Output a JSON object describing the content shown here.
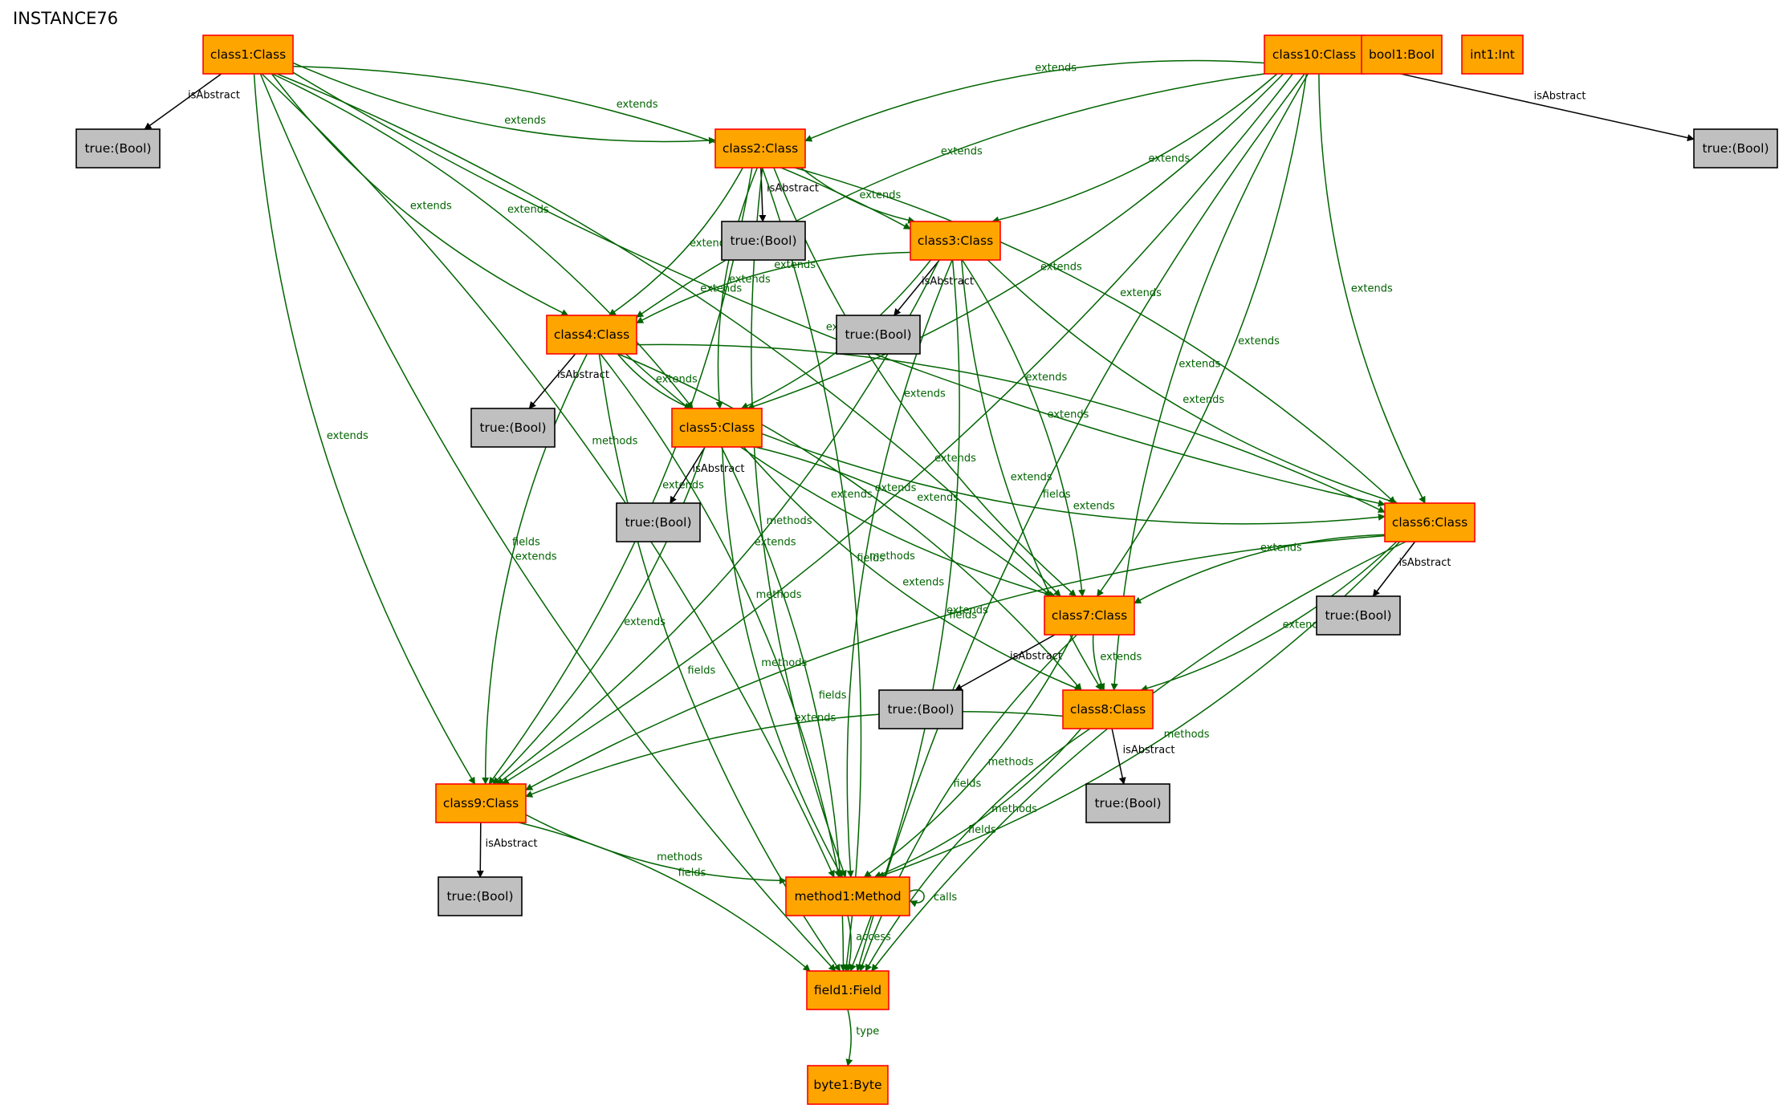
{
  "title": "INSTANCE76",
  "colors": {
    "entity_fill": "#ffa500",
    "entity_stroke": "#ff0000",
    "value_fill": "#c0c0c0",
    "value_stroke": "#000000",
    "ref_edge": "#006400",
    "attr_edge": "#000000"
  },
  "nodes": [
    {
      "id": "class1",
      "label": "class1:Class",
      "kind": "entity"
    },
    {
      "id": "class10",
      "label": "class10:Class",
      "kind": "entity"
    },
    {
      "id": "bool1",
      "label": "bool1:Bool",
      "kind": "entity"
    },
    {
      "id": "int1",
      "label": "int1:Int",
      "kind": "entity"
    },
    {
      "id": "t1",
      "label": "true:(Bool)",
      "kind": "value"
    },
    {
      "id": "t10",
      "label": "true:(Bool)",
      "kind": "value"
    },
    {
      "id": "class2",
      "label": "class2:Class",
      "kind": "entity"
    },
    {
      "id": "t2",
      "label": "true:(Bool)",
      "kind": "value"
    },
    {
      "id": "class3",
      "label": "class3:Class",
      "kind": "entity"
    },
    {
      "id": "t3",
      "label": "true:(Bool)",
      "kind": "value"
    },
    {
      "id": "class4",
      "label": "class4:Class",
      "kind": "entity"
    },
    {
      "id": "t4",
      "label": "true:(Bool)",
      "kind": "value"
    },
    {
      "id": "class5",
      "label": "class5:Class",
      "kind": "entity"
    },
    {
      "id": "t5",
      "label": "true:(Bool)",
      "kind": "value"
    },
    {
      "id": "class6",
      "label": "class6:Class",
      "kind": "entity"
    },
    {
      "id": "t6",
      "label": "true:(Bool)",
      "kind": "value"
    },
    {
      "id": "class7",
      "label": "class7:Class",
      "kind": "entity"
    },
    {
      "id": "t7",
      "label": "true:(Bool)",
      "kind": "value"
    },
    {
      "id": "class8",
      "label": "class8:Class",
      "kind": "entity"
    },
    {
      "id": "t8",
      "label": "true:(Bool)",
      "kind": "value"
    },
    {
      "id": "class9",
      "label": "class9:Class",
      "kind": "entity"
    },
    {
      "id": "t9",
      "label": "true:(Bool)",
      "kind": "value"
    },
    {
      "id": "method1",
      "label": "method1:Method",
      "kind": "entity"
    },
    {
      "id": "field1",
      "label": "field1:Field",
      "kind": "entity"
    },
    {
      "id": "byte1",
      "label": "byte1:Byte",
      "kind": "entity"
    }
  ],
  "edges": [
    {
      "from": "class1",
      "to": "t1",
      "label": "isAbstract",
      "kind": "attr"
    },
    {
      "from": "class1",
      "to": "class2",
      "label": "extends",
      "kind": "ref"
    },
    {
      "from": "class1",
      "to": "class3",
      "label": "extends",
      "kind": "ref"
    },
    {
      "from": "class1",
      "to": "class4",
      "label": "extends",
      "kind": "ref"
    },
    {
      "from": "class1",
      "to": "class5",
      "label": "extends",
      "kind": "ref"
    },
    {
      "from": "class1",
      "to": "class6",
      "label": "extends",
      "kind": "ref"
    },
    {
      "from": "class1",
      "to": "class7",
      "label": "extends",
      "kind": "ref"
    },
    {
      "from": "class1",
      "to": "class9",
      "label": "extends",
      "kind": "ref"
    },
    {
      "from": "class1",
      "to": "method1",
      "label": "methods",
      "kind": "ref"
    },
    {
      "from": "class1",
      "to": "field1",
      "label": "fields",
      "kind": "ref"
    },
    {
      "from": "class10",
      "to": "t10",
      "label": "isAbstract",
      "kind": "attr"
    },
    {
      "from": "class10",
      "to": "class2",
      "label": "extends",
      "kind": "ref"
    },
    {
      "from": "class10",
      "to": "class3",
      "label": "extends",
      "kind": "ref"
    },
    {
      "from": "class10",
      "to": "class4",
      "label": "extends",
      "kind": "ref"
    },
    {
      "from": "class10",
      "to": "class5",
      "label": "extends",
      "kind": "ref"
    },
    {
      "from": "class10",
      "to": "class6",
      "label": "extends",
      "kind": "ref"
    },
    {
      "from": "class10",
      "to": "class7",
      "label": "extends",
      "kind": "ref"
    },
    {
      "from": "class10",
      "to": "class8",
      "label": "extends",
      "kind": "ref"
    },
    {
      "from": "class10",
      "to": "class9",
      "label": "extends",
      "kind": "ref"
    },
    {
      "from": "class10",
      "to": "field1",
      "label": "fields",
      "kind": "ref"
    },
    {
      "from": "class2",
      "to": "t2",
      "label": "isAbstract",
      "kind": "attr"
    },
    {
      "from": "class2",
      "to": "class3",
      "label": "extends",
      "kind": "ref"
    },
    {
      "from": "class2",
      "to": "class4",
      "label": "extends",
      "kind": "ref"
    },
    {
      "from": "class2",
      "to": "class5",
      "label": "extends",
      "kind": "ref"
    },
    {
      "from": "class2",
      "to": "class6",
      "label": "extends",
      "kind": "ref"
    },
    {
      "from": "class2",
      "to": "class7",
      "label": "extends",
      "kind": "ref"
    },
    {
      "from": "class2",
      "to": "class9",
      "label": "extends",
      "kind": "ref"
    },
    {
      "from": "class2",
      "to": "method1",
      "label": "methods",
      "kind": "ref"
    },
    {
      "from": "class2",
      "to": "field1",
      "label": "fields",
      "kind": "ref"
    },
    {
      "from": "class3",
      "to": "t3",
      "label": "isAbstract",
      "kind": "attr"
    },
    {
      "from": "class3",
      "to": "class4",
      "label": "extends",
      "kind": "ref"
    },
    {
      "from": "class3",
      "to": "class5",
      "label": "extends",
      "kind": "ref"
    },
    {
      "from": "class3",
      "to": "class6",
      "label": "extends",
      "kind": "ref"
    },
    {
      "from": "class3",
      "to": "class7",
      "label": "extends",
      "kind": "ref"
    },
    {
      "from": "class3",
      "to": "class8",
      "label": "extends",
      "kind": "ref"
    },
    {
      "from": "class3",
      "to": "class9",
      "label": "extends",
      "kind": "ref"
    },
    {
      "from": "class3",
      "to": "method1",
      "label": "methods",
      "kind": "ref"
    },
    {
      "from": "class3",
      "to": "field1",
      "label": "fields",
      "kind": "ref"
    },
    {
      "from": "class4",
      "to": "t4",
      "label": "isAbstract",
      "kind": "attr"
    },
    {
      "from": "class4",
      "to": "class5",
      "label": "extends",
      "kind": "ref"
    },
    {
      "from": "class4",
      "to": "class6",
      "label": "extends",
      "kind": "ref"
    },
    {
      "from": "class4",
      "to": "class7",
      "label": "extends",
      "kind": "ref"
    },
    {
      "from": "class4",
      "to": "class8",
      "label": "extends",
      "kind": "ref"
    },
    {
      "from": "class4",
      "to": "class9",
      "label": "extends",
      "kind": "ref"
    },
    {
      "from": "class4",
      "to": "method1",
      "label": "methods",
      "kind": "ref"
    },
    {
      "from": "class4",
      "to": "field1",
      "label": "fields",
      "kind": "ref"
    },
    {
      "from": "class5",
      "to": "t5",
      "label": "isAbstract",
      "kind": "attr"
    },
    {
      "from": "class5",
      "to": "class6",
      "label": "extends",
      "kind": "ref"
    },
    {
      "from": "class5",
      "to": "class7",
      "label": "extends",
      "kind": "ref"
    },
    {
      "from": "class5",
      "to": "class8",
      "label": "extends",
      "kind": "ref"
    },
    {
      "from": "class5",
      "to": "class9",
      "label": "extends",
      "kind": "ref"
    },
    {
      "from": "class5",
      "to": "method1",
      "label": "methods",
      "kind": "ref"
    },
    {
      "from": "class5",
      "to": "field1",
      "label": "fields",
      "kind": "ref"
    },
    {
      "from": "class6",
      "to": "t6",
      "label": "isAbstract",
      "kind": "attr"
    },
    {
      "from": "class6",
      "to": "class7",
      "label": "extends",
      "kind": "ref"
    },
    {
      "from": "class6",
      "to": "class8",
      "label": "extends",
      "kind": "ref"
    },
    {
      "from": "class6",
      "to": "class9",
      "label": "extends",
      "kind": "ref"
    },
    {
      "from": "class6",
      "to": "method1",
      "label": "methods",
      "kind": "ref"
    },
    {
      "from": "class6",
      "to": "field1",
      "label": "fields",
      "kind": "ref"
    },
    {
      "from": "class7",
      "to": "t7",
      "label": "isAbstract",
      "kind": "attr"
    },
    {
      "from": "class7",
      "to": "class8",
      "label": "extends",
      "kind": "ref"
    },
    {
      "from": "class7",
      "to": "method1",
      "label": "methods",
      "kind": "ref"
    },
    {
      "from": "class7",
      "to": "field1",
      "label": "fields",
      "kind": "ref"
    },
    {
      "from": "class8",
      "to": "t8",
      "label": "isAbstract",
      "kind": "attr"
    },
    {
      "from": "class8",
      "to": "class9",
      "label": "extends",
      "kind": "ref"
    },
    {
      "from": "class8",
      "to": "method1",
      "label": "methods",
      "kind": "ref"
    },
    {
      "from": "class8",
      "to": "field1",
      "label": "fields",
      "kind": "ref"
    },
    {
      "from": "class9",
      "to": "t9",
      "label": "isAbstract",
      "kind": "attr"
    },
    {
      "from": "class9",
      "to": "method1",
      "label": "methods",
      "kind": "ref"
    },
    {
      "from": "class9",
      "to": "field1",
      "label": "fields",
      "kind": "ref"
    },
    {
      "from": "method1",
      "to": "method1",
      "label": "calls",
      "kind": "ref"
    },
    {
      "from": "method1",
      "to": "field1",
      "label": "access",
      "kind": "ref"
    },
    {
      "from": "field1",
      "to": "byte1",
      "label": "type",
      "kind": "ref"
    }
  ]
}
